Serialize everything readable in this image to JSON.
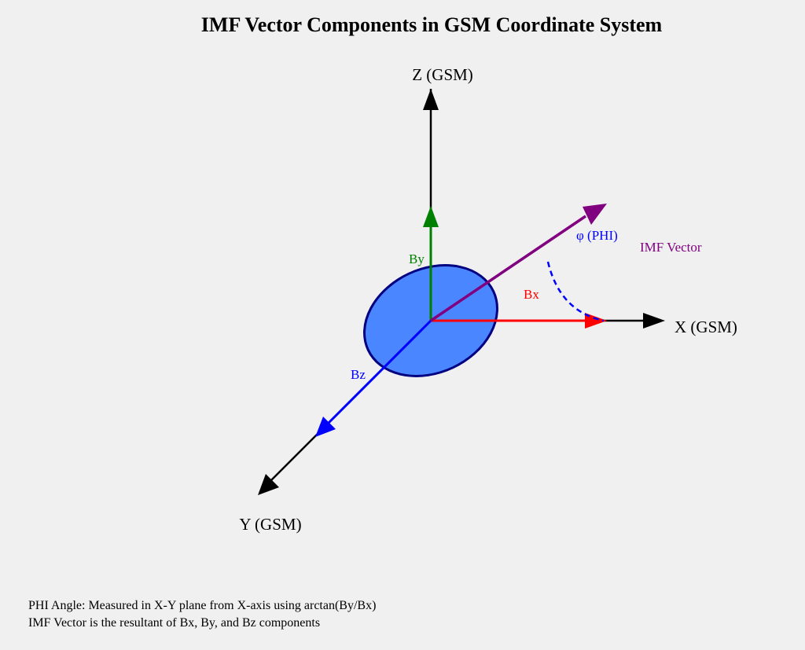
{
  "title": "IMF Vector Components in GSM Coordinate System",
  "axes": {
    "x_label": "X (GSM)",
    "y_label": "Y (GSM)",
    "z_label": "Z (GSM)"
  },
  "components": {
    "bx_label": "Bx",
    "by_label": "By",
    "bz_label": "Bz"
  },
  "imf_label": "IMF Vector",
  "phi_label": "φ (PHI)",
  "notes": {
    "line1": "PHI Angle: Measured in X-Y plane from X-axis using arctan(By/Bx)",
    "line2": "IMF Vector is the resultant of Bx, By, and Bz components"
  },
  "colors": {
    "background": "#f0f0f0",
    "axis": "#000000",
    "bx": "#ff0000",
    "by": "#008000",
    "bz": "#0000ff",
    "imf": "#800080",
    "phi": "#0000ff",
    "ellipse_fill": "#4a86ff",
    "ellipse_stroke": "#000080"
  }
}
